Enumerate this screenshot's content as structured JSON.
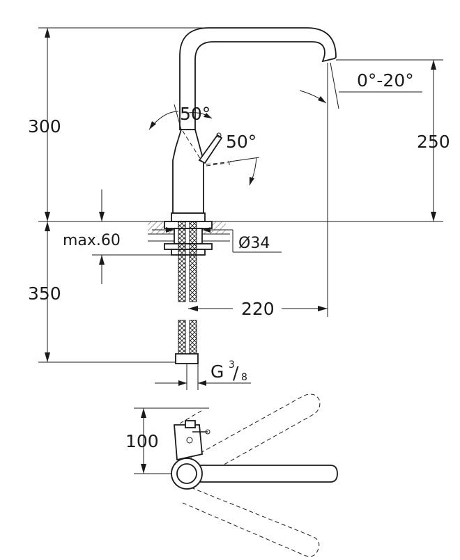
{
  "dimensions": {
    "total_height": "300",
    "spout_height": "250",
    "below_deck": "350",
    "max_deck": "max.60",
    "hole_diameter": "Ø34",
    "reach": "220",
    "swivel_angle": "0°-20°",
    "lever_angle_side": "50°",
    "lever_angle_front": "50°",
    "connection_main": "G",
    "connection_num": "3",
    "connection_den": "8",
    "top_view_offset": "100"
  }
}
